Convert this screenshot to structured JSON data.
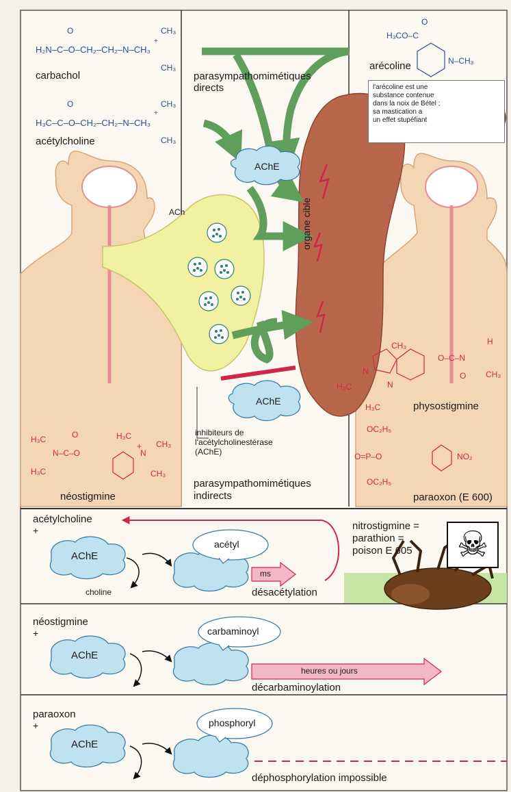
{
  "top_panel": {
    "carbachol": {
      "formula_main": "H₂N–C–O–CH₂–CH₂–N–CH₃",
      "formula_o": "O",
      "formula_ch3_top": "CH₃",
      "formula_ch3_bottom": "CH₃",
      "formula_plus": "+",
      "name": "carbachol"
    },
    "acetylcholine": {
      "formula_main": "H₃C–C–O–CH₂–CH₂–N–CH₃",
      "formula_o": "O",
      "formula_ch3_top": "CH₃",
      "formula_ch3_bottom": "CH₃",
      "formula_plus": "+",
      "name": "acétylcholine"
    },
    "direct_label": [
      "parasympathomimétiques",
      "directs"
    ],
    "arecoline": {
      "formula_top": "H₃CO–C",
      "formula_o": "O",
      "formula_n": "N–CH₃",
      "name": "arécoline"
    },
    "arecoline_note": [
      "l'arécoline est une",
      "substance contenue",
      "dans la noix de Bétel ;",
      "sa mastication a",
      "un effet stupéfiant"
    ],
    "ache_label": "AChE",
    "ach_label": "ACh",
    "organ_label": "organe cible",
    "inhibitors_label": [
      "inhibiteurs de",
      "l'acétylcholinestérase",
      "(AChE)"
    ],
    "indirect_label": [
      "parasympathomimétiques",
      "indirects"
    ],
    "neostigmine": {
      "h3c_a": "H₃C",
      "n": "N–C–O",
      "o": "O",
      "h3c_b": "H₃C",
      "h3c_c": "H₃C",
      "n_plus": "N",
      "plus": "+",
      "ch3_a": "CH₃",
      "ch3_b": "CH₃",
      "name": "néostigmine"
    },
    "physostigmine": {
      "ch3_top": "CH₃",
      "h": "H",
      "ocn": "O–C–N",
      "o": "O",
      "ch3_right": "CH₃",
      "n1": "N",
      "n2": "N",
      "h3c_left": "H₃C",
      "h3c_bottom": "H₃C",
      "name": "physostigmine"
    },
    "paraoxon": {
      "oc2h5_top": "OC₂H₅",
      "ep": "O=P–O",
      "no2": "NO₂",
      "oc2h5_bottom": "OC₂H₅",
      "name": "paraoxon (E 600)"
    }
  },
  "row1": {
    "substrate": "acétylcholine",
    "plus": "+",
    "ache": "AChE",
    "product": "choline",
    "bound_group": "acétyl",
    "rate": "ms",
    "process": "désacétylation"
  },
  "poison_box": {
    "lines": [
      "nitrostigmine =",
      "parathion =",
      "poison E 605"
    ],
    "skull": "☠"
  },
  "row2": {
    "substrate": "néostigmine",
    "plus": "+",
    "ache": "AChE",
    "bound_group": "carbaminoyl",
    "rate": "heures ou jours",
    "process": "décarbaminoylation"
  },
  "row3": {
    "substrate": "paraoxon",
    "plus": "+",
    "ache": "AChE",
    "bound_group": "phosphoryl",
    "process": "déphosphorylation impossible"
  },
  "colors": {
    "background": "#f6f1e7",
    "body_skin": "#f4d6b4",
    "arrow_green": "#5f9e5b",
    "organ": "#b8674d",
    "ache_blue": "#bfe2f0",
    "ach_yellow": "#f2f1a2",
    "chem_blue": "#2b4f8e",
    "chem_red": "#d0264a",
    "inhibitor_bar": "#d0264a",
    "pink_arrow": "#f3b8c8",
    "beetle_bg": "#c7e6a6"
  }
}
